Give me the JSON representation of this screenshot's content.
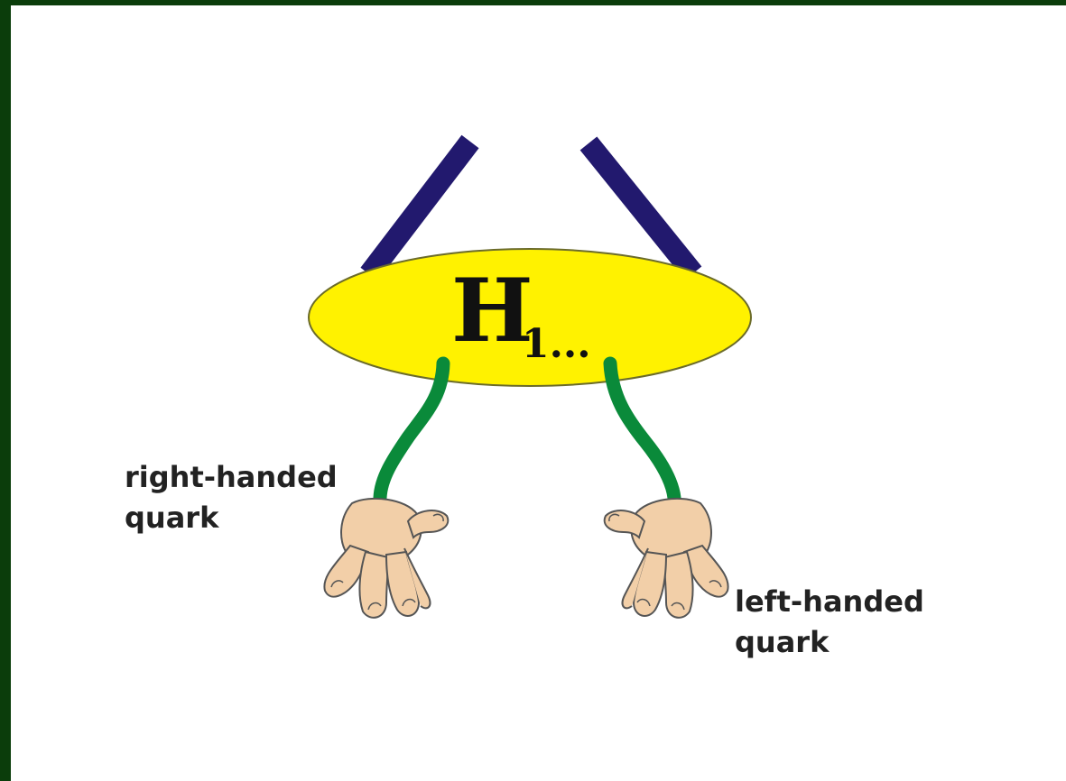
{
  "diagram": {
    "higgs_label": "H",
    "higgs_subscript": "1...",
    "left_label_line1": "right-handed",
    "left_label_line2": "quark",
    "right_label_line1": "left-handed",
    "right_label_line2": "quark"
  },
  "colors": {
    "background": "#0b3d0b",
    "canvas": "#ffffff",
    "ellipse_fill": "#fff200",
    "ellipse_stroke": "#6b6b2a",
    "legs": "#22196e",
    "arms": "#0a8a3a",
    "hands": "#f2cfa8",
    "hand_outline": "#555555"
  },
  "icons": {
    "left_hand": "hand-icon",
    "right_hand": "hand-icon"
  }
}
